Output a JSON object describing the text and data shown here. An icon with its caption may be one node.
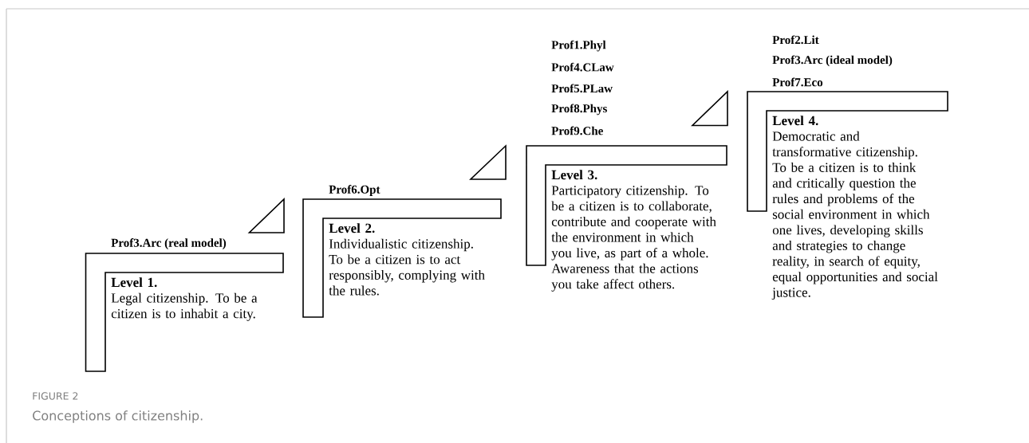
{
  "diagram": {
    "title": "FIGURE 2",
    "caption": "Conceptions of citizenship.",
    "nodes": [
      {
        "text": [
          "Level 1.",
          "Legal citizenship. To be a citizen is to inhabit a city."
        ],
        "beside": [
          "Prof3.Arc (real model)"
        ]
      },
      {
        "text": [
          "Level 2.",
          "Individualistic citizenship. To be a citizen is to act responsibly, complying with the rules."
        ],
        "beside": [
          "Prof6.Opt"
        ]
      },
      {
        "text": [
          "Level 3.",
          "Participatory citizenship. To be a citizen is to collaborate, contribute and cooperate with the environment in which you live, as part of a whole. Awareness that the actions you take affect others."
        ],
        "beside": [
          "Prof1.Phyl",
          "Prof4.CLaw",
          "Prof5.PLaw",
          "Prof8.Phys",
          "Prof9.Che"
        ]
      },
      {
        "text": [
          "Level 4.",
          "Democratic and transformative citizenship. To be a citizen is to think and critically question the rules and problems of the social environment in which one lives, developing skills and strategies to change reality, in search of equity, equal opportunities and social justice."
        ],
        "beside": [
          "Prof2.Lit",
          "Prof3.Arc (ideal model)",
          "Prof7.Eco"
        ]
      }
    ]
  }
}
